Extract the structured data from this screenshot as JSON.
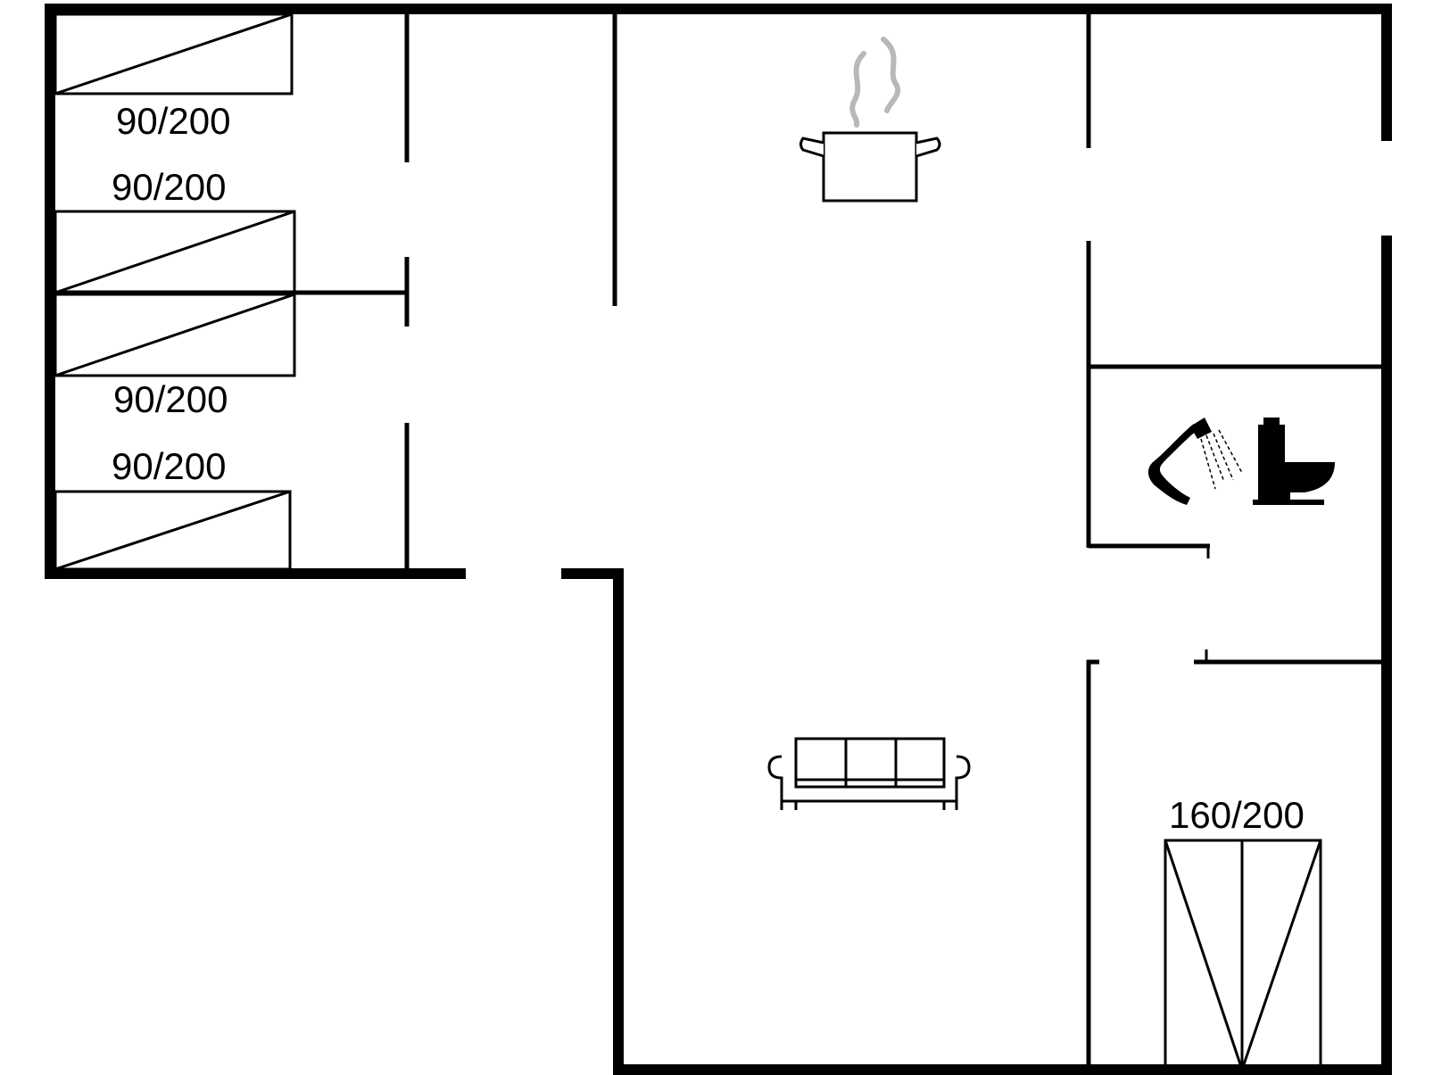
{
  "plan": {
    "beds": [
      {
        "label": "90/200"
      },
      {
        "label": "90/200"
      },
      {
        "label": "90/200"
      },
      {
        "label": "90/200"
      },
      {
        "label": "160/200"
      }
    ],
    "icons": {
      "kitchen": "cooking-pot-icon",
      "bathroom_shower": "shower-icon",
      "bathroom_toilet": "toilet-icon",
      "living": "sofa-icon"
    },
    "colors": {
      "walls": "#000000",
      "steam": "#b8b8b8",
      "background": "#ffffff"
    }
  }
}
